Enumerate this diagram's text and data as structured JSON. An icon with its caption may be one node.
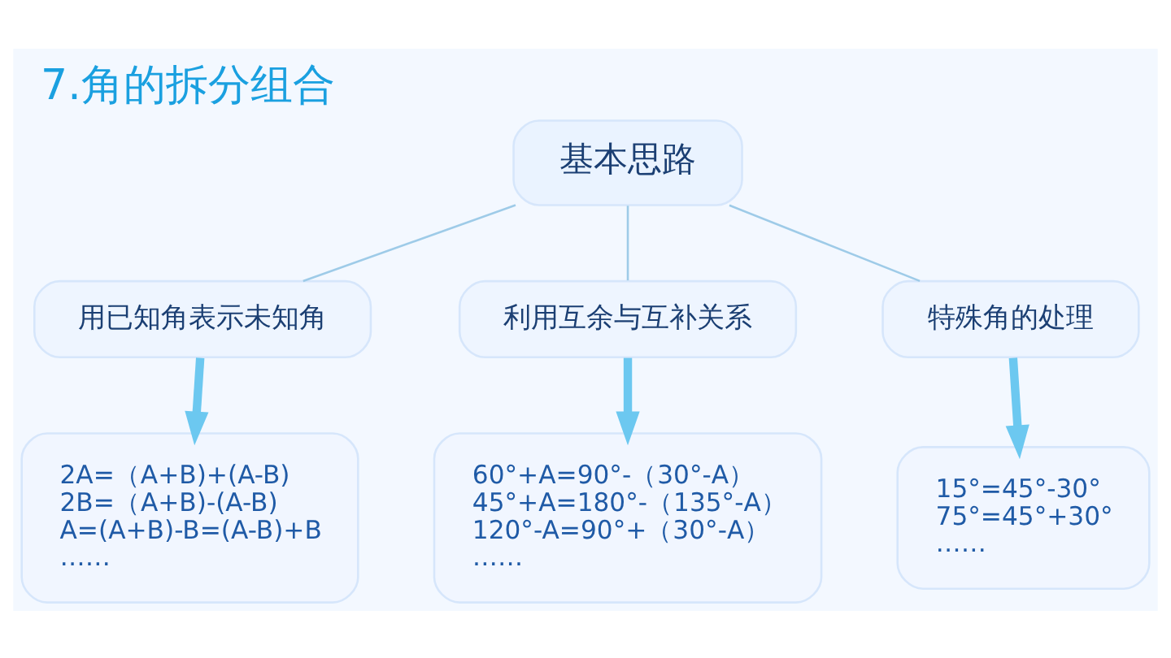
{
  "diagram": {
    "title": "7.角的拆分组合",
    "nodes": [
      {
        "text": [
          "基本思路"
        ]
      },
      {
        "text": [
          "用已知角表示未知角"
        ]
      },
      {
        "text": [
          "利用互余与互补关系"
        ]
      },
      {
        "text": [
          "特殊角的处理"
        ]
      },
      {
        "text": [
          "2A=（A+B)+(A-B)",
          "2B=（A+B)-(A-B)",
          "A=(A+B)-B=(A-B)+B",
          "……"
        ]
      },
      {
        "text": [
          "60°+A=90°-（30°-A）",
          "45°+A=180°-（135°-A）",
          "120°-A=90°+（30°-A）",
          "……"
        ]
      },
      {
        "text": [
          "15°=45°-30°",
          "75°=45°+30°",
          "……"
        ]
      }
    ],
    "edges": [
      {
        "from": 0,
        "to": 1,
        "arrow": "none"
      },
      {
        "from": 0,
        "to": 2,
        "arrow": "none"
      },
      {
        "from": 0,
        "to": 3,
        "arrow": "none"
      },
      {
        "from": 1,
        "to": 4,
        "arrow": "to",
        "style": "thick",
        "color": "#6cc8f0"
      },
      {
        "from": 2,
        "to": 5,
        "arrow": "to",
        "style": "thick",
        "color": "#6cc8f0"
      },
      {
        "from": 3,
        "to": 6,
        "arrow": "to",
        "style": "thick",
        "color": "#6cc8f0"
      }
    ]
  }
}
